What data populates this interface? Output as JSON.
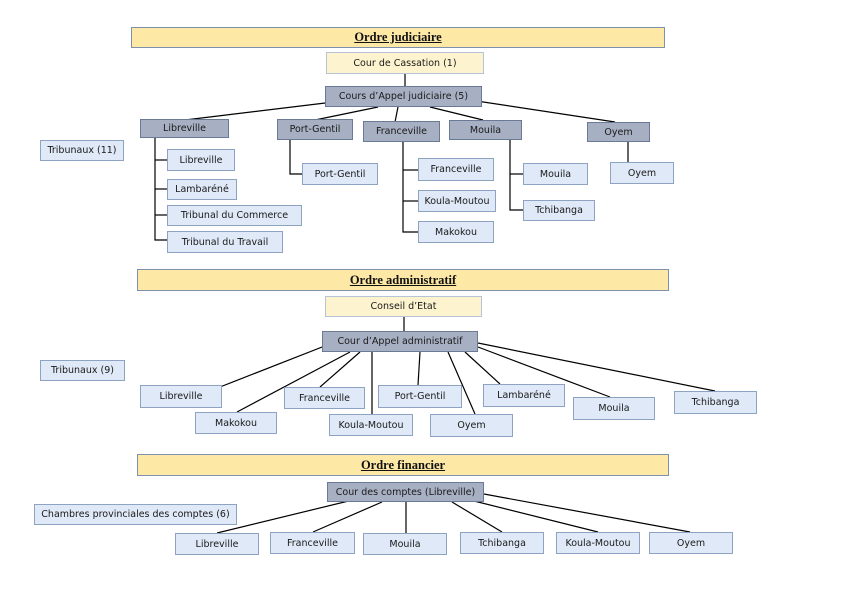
{
  "judiciaire": {
    "title": "Ordre judiciaire",
    "top": "Cour de Cassation (1)",
    "mid": "Cours d’Appel judiciaire (5)",
    "tribunaux": "Tribunaux (11)",
    "courts": [
      {
        "label": "Libreville",
        "children": [
          "Libreville",
          "Lambaréné",
          "Tribunal du Commerce",
          "Tribunal du Travail"
        ]
      },
      {
        "label": "Port-Gentil",
        "children": [
          "Port-Gentil"
        ]
      },
      {
        "label": "Franceville",
        "children": [
          "Franceville",
          "Koula-Moutou",
          "Makokou"
        ]
      },
      {
        "label": "Mouila",
        "children": [
          "Mouila",
          "Tchibanga"
        ]
      },
      {
        "label": "Oyem",
        "children": [
          "Oyem"
        ]
      }
    ]
  },
  "administratif": {
    "title": "Ordre administratif",
    "top": "Conseil d’Etat",
    "mid": "Cour d’Appel administratif",
    "tribunaux": "Tribunaux (9)",
    "leaves": [
      "Libreville",
      "Makokou",
      "Franceville",
      "Koula-Moutou",
      "Port-Gentil",
      "Oyem",
      "Lambaréné",
      "Mouila",
      "Tchibanga"
    ]
  },
  "financier": {
    "title": "Ordre financier",
    "mid": "Cour des comptes (Libreville)",
    "tribunaux": "Chambres provinciales des comptes (6)",
    "leaves": [
      "Libreville",
      "Franceville",
      "Mouila",
      "Tchibanga",
      "Koula-Moutou",
      "Oyem"
    ]
  }
}
